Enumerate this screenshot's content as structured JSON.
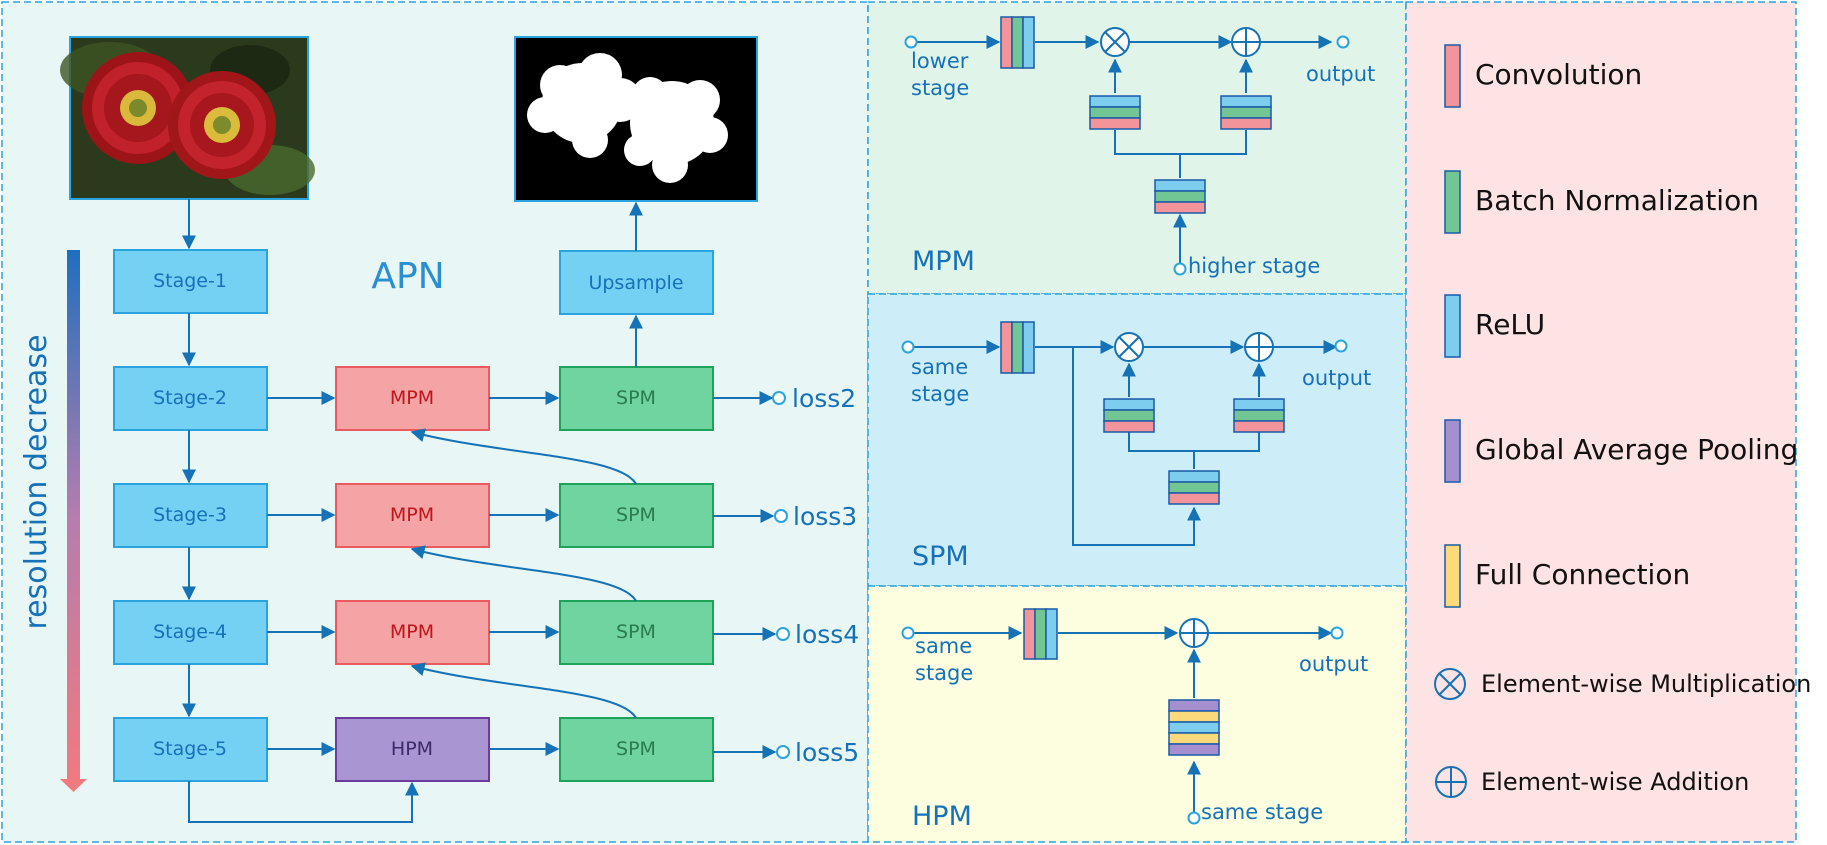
{
  "apn": {
    "title": "APN",
    "side_label": "resolution decrease",
    "stages": [
      "Stage-1",
      "Stage-2",
      "Stage-3",
      "Stage-4",
      "Stage-5"
    ],
    "upsample": "Upsample",
    "mpm": "MPM",
    "spm": "SPM",
    "hpm": "HPM",
    "losses": [
      "loss2",
      "loss3",
      "loss4",
      "loss5"
    ]
  },
  "mpm_panel": {
    "title": "MPM",
    "input_line1": "lower",
    "input_line2": "stage",
    "output": "output",
    "bottom": "higher stage"
  },
  "spm_panel": {
    "title": "SPM",
    "input_line1": "same",
    "input_line2": "stage",
    "output": "output"
  },
  "hpm_panel": {
    "title": "HPM",
    "input_line1": "same",
    "input_line2": "stage",
    "output": "output",
    "bottom": "same stage"
  },
  "legend": {
    "items": [
      {
        "label": "Convolution",
        "color": "#f3939a"
      },
      {
        "label": "Batch Normalization",
        "color": "#71c693"
      },
      {
        "label": "ReLU",
        "color": "#7ccdee"
      },
      {
        "label": "Global Average Pooling",
        "color": "#a68fcf"
      },
      {
        "label": "Full Connection",
        "color": "#fcd97a"
      }
    ],
    "ops": [
      "Element-wise Multiplication",
      "Element-wise Addition"
    ]
  },
  "colors": {
    "stage_fill": "#74d1f4",
    "mpm_fill": "#f5a4a6",
    "spm_fill": "#6fd4a0",
    "hpm_fill": "#a995d1",
    "line": "#1572b6",
    "text": "#1571b8"
  }
}
